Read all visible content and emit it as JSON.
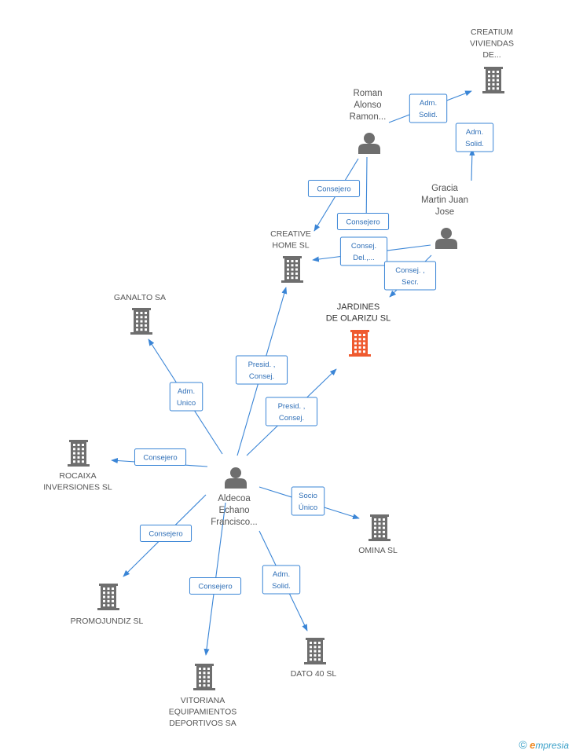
{
  "colors": {
    "building": "#6e6e6e",
    "building_highlight": "#ef5a2f",
    "person": "#6e6e6e",
    "edge": "#3a85d6",
    "edge_text": "#2f6fb7"
  },
  "nodes": [
    {
      "id": "aldecoa",
      "type": "person",
      "label_lines": [
        "Aldecoa",
        "Echano",
        "Francisco..."
      ]
    },
    {
      "id": "roman",
      "type": "person",
      "label_lines": [
        "Roman",
        "Alonso",
        "Ramon..."
      ]
    },
    {
      "id": "gracia",
      "type": "person",
      "label_lines": [
        "Gracia",
        "Martin Juan",
        "Jose"
      ]
    },
    {
      "id": "creatium",
      "type": "company",
      "label_lines": [
        "CREATIUM",
        "VIVIENDAS",
        "DE..."
      ]
    },
    {
      "id": "creative",
      "type": "company",
      "label_lines": [
        "CREATIVE",
        "HOME  SL"
      ]
    },
    {
      "id": "jardines",
      "type": "company",
      "highlight": true,
      "label_lines": [
        "JARDINES",
        "DE OLARIZU SL"
      ]
    },
    {
      "id": "ganalto",
      "type": "company",
      "label_lines": [
        "GANALTO SA"
      ]
    },
    {
      "id": "rocaixa",
      "type": "company",
      "label_lines": [
        "ROCAIXA",
        "INVERSIONES SL"
      ]
    },
    {
      "id": "omina",
      "type": "company",
      "label_lines": [
        "OMINA SL"
      ]
    },
    {
      "id": "promojundiz",
      "type": "company",
      "label_lines": [
        "PROMOJUNDIZ SL"
      ]
    },
    {
      "id": "vitoriana",
      "type": "company",
      "label_lines": [
        "VITORIANA",
        "EQUIPAMIENTOS",
        "DEPORTIVOS SA"
      ]
    },
    {
      "id": "dato40",
      "type": "company",
      "label_lines": [
        "DATO 40  SL"
      ]
    }
  ],
  "edges": [
    {
      "from": "roman",
      "to": "creatium",
      "label_lines": [
        "Adm.",
        "Solid."
      ]
    },
    {
      "from": "gracia",
      "to": "creatium",
      "label_lines": [
        "Adm.",
        "Solid."
      ]
    },
    {
      "from": "roman",
      "to": "creative",
      "label_lines": [
        "Consejero"
      ]
    },
    {
      "from": "roman",
      "to": "jardines",
      "label_lines": [
        "Consejero"
      ]
    },
    {
      "from": "gracia",
      "to": "creative",
      "label_lines": [
        "Consej.",
        "Del.,..."
      ]
    },
    {
      "from": "gracia",
      "to": "jardines",
      "label_lines": [
        "Consej. ,",
        "Secr."
      ]
    },
    {
      "from": "aldecoa",
      "to": "creative",
      "label_lines": [
        "Presid. ,",
        "Consej."
      ]
    },
    {
      "from": "aldecoa",
      "to": "jardines",
      "label_lines": [
        "Presid. ,",
        "Consej."
      ]
    },
    {
      "from": "aldecoa",
      "to": "ganalto",
      "label_lines": [
        "Adm.",
        "Unico"
      ]
    },
    {
      "from": "aldecoa",
      "to": "rocaixa",
      "label_lines": [
        "Consejero"
      ]
    },
    {
      "from": "aldecoa",
      "to": "omina",
      "label_lines": [
        "Socio",
        "Único"
      ]
    },
    {
      "from": "aldecoa",
      "to": "promojundiz",
      "label_lines": [
        "Consejero"
      ]
    },
    {
      "from": "aldecoa",
      "to": "vitoriana",
      "label_lines": [
        "Consejero"
      ]
    },
    {
      "from": "aldecoa",
      "to": "dato40",
      "label_lines": [
        "Adm.",
        "Solid."
      ]
    }
  ],
  "footer": {
    "copyright_symbol": "©",
    "brand_initial": "e",
    "brand_rest": "mpresia"
  }
}
